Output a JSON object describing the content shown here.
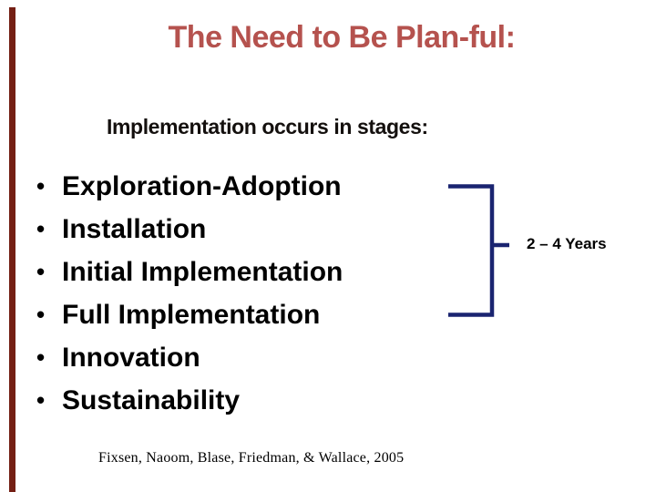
{
  "slide": {
    "title": "The Need to Be Plan-ful:",
    "subtitle": "Implementation occurs in stages:",
    "bullet_char": "•",
    "stages": [
      "Exploration-Adoption",
      "Installation",
      "Initial Implementation",
      "Full Implementation",
      "Innovation",
      "Sustainability"
    ],
    "bracket_label": "2 – 4 Years",
    "citation": "Fixsen, Naoom, Blase, Friedman, & Wallace, 2005",
    "colors": {
      "title_red": "#b5524e",
      "accent_bar_maroon": "#741f14",
      "bracket_navy": "#1a2470",
      "body_text": "#000000"
    }
  }
}
